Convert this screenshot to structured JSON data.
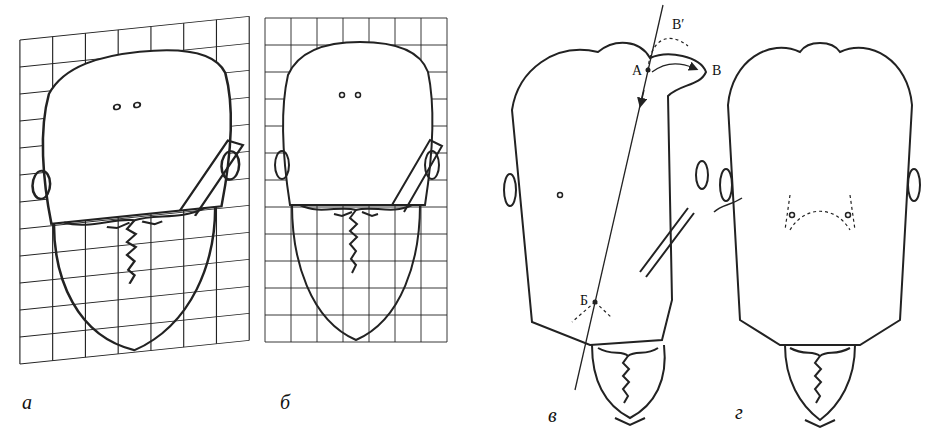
{
  "diagram": {
    "labels": [
      "а",
      "б",
      "в",
      "г",
      "В′",
      "А",
      "В",
      "Б"
    ]
  }
}
